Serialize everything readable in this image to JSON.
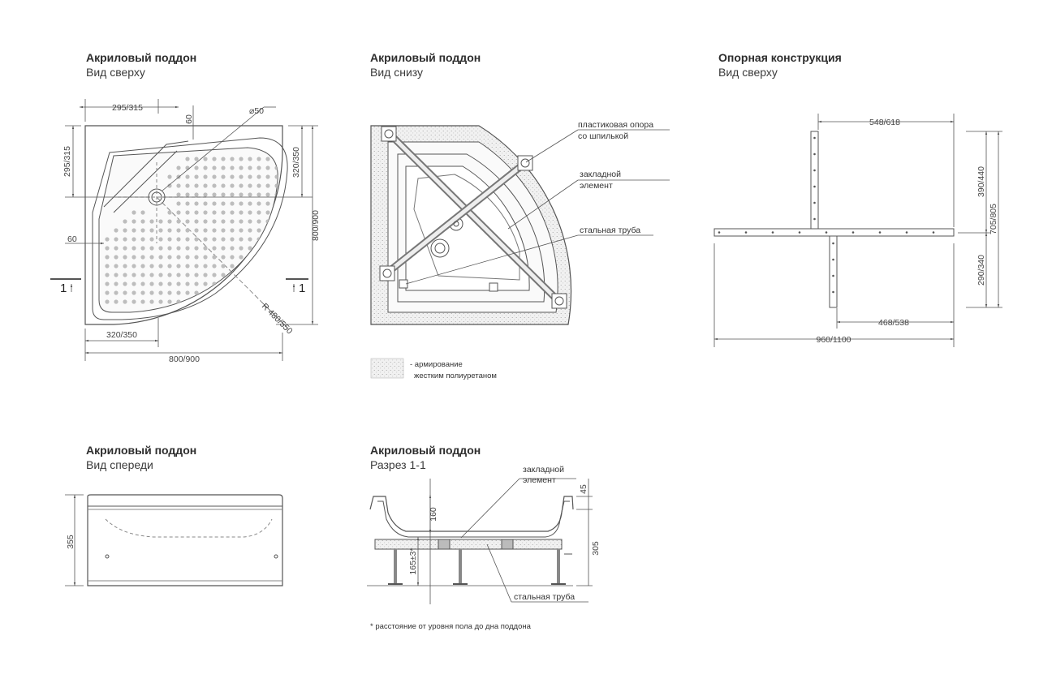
{
  "views": {
    "top": {
      "title": "Акриловый поддон",
      "subtitle": "Вид сверху"
    },
    "bottom": {
      "title": "Акриловый поддон",
      "subtitle": "Вид снизу"
    },
    "frame": {
      "title": "Опорная конструкция",
      "subtitle": "Вид сверху"
    },
    "front": {
      "title": "Акриловый поддон",
      "subtitle": "Вид спереди"
    },
    "section": {
      "title": "Акриловый поддон",
      "subtitle": "Разрез 1-1"
    }
  },
  "dims_top": {
    "d1": "295/315",
    "d2": "60",
    "d3": "⌀50",
    "d4": "295/315",
    "d5": "320/350",
    "d6": "800/900",
    "d7": "60",
    "d8": "R 480/550",
    "d9": "320/350",
    "d10": "800/900",
    "sec_left": "1",
    "sec_right": "1"
  },
  "labels_bottom": {
    "support_1": "пластиковая опора",
    "support_2": "со шпилькой",
    "embed_1": "закладной",
    "embed_2": "элемент",
    "pipe": "стальная труба"
  },
  "legend": {
    "line1": "- армирование",
    "line2": "жестким полиуретаном"
  },
  "dims_frame": {
    "d1": "548/618",
    "d2": "390/440",
    "d3": "705/805",
    "d4": "290/340",
    "d5": "468/538",
    "d6": "960/1100"
  },
  "dims_front": {
    "h": "355"
  },
  "dims_section": {
    "d45": "45",
    "d160": "160",
    "d305": "305",
    "d165": "165±3*",
    "embed_1": "закладной",
    "embed_2": "элемент",
    "pipe": "стальная труба"
  },
  "footnote": "* расстояние от уровня пола до дна поддона"
}
